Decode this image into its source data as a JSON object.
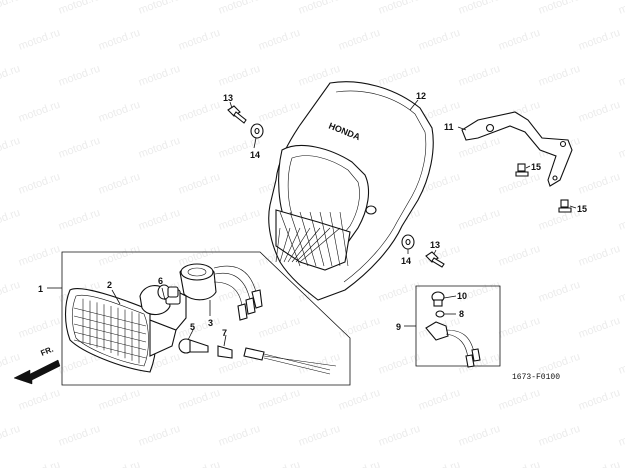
{
  "watermark": "motod.ru",
  "diagram_code": "1673-F0100",
  "direction_label": "FR.",
  "brand_on_housing": "HONDA",
  "callouts": {
    "c1": "1",
    "c2": "2",
    "c3": "3",
    "c5": "5",
    "c6": "6",
    "c7": "7",
    "c8": "8",
    "c9": "9",
    "c10": "10",
    "c11": "11",
    "c12": "12",
    "c13a": "13",
    "c13b": "13",
    "c14a": "14",
    "c14b": "14",
    "c15a": "15",
    "c15b": "15"
  }
}
